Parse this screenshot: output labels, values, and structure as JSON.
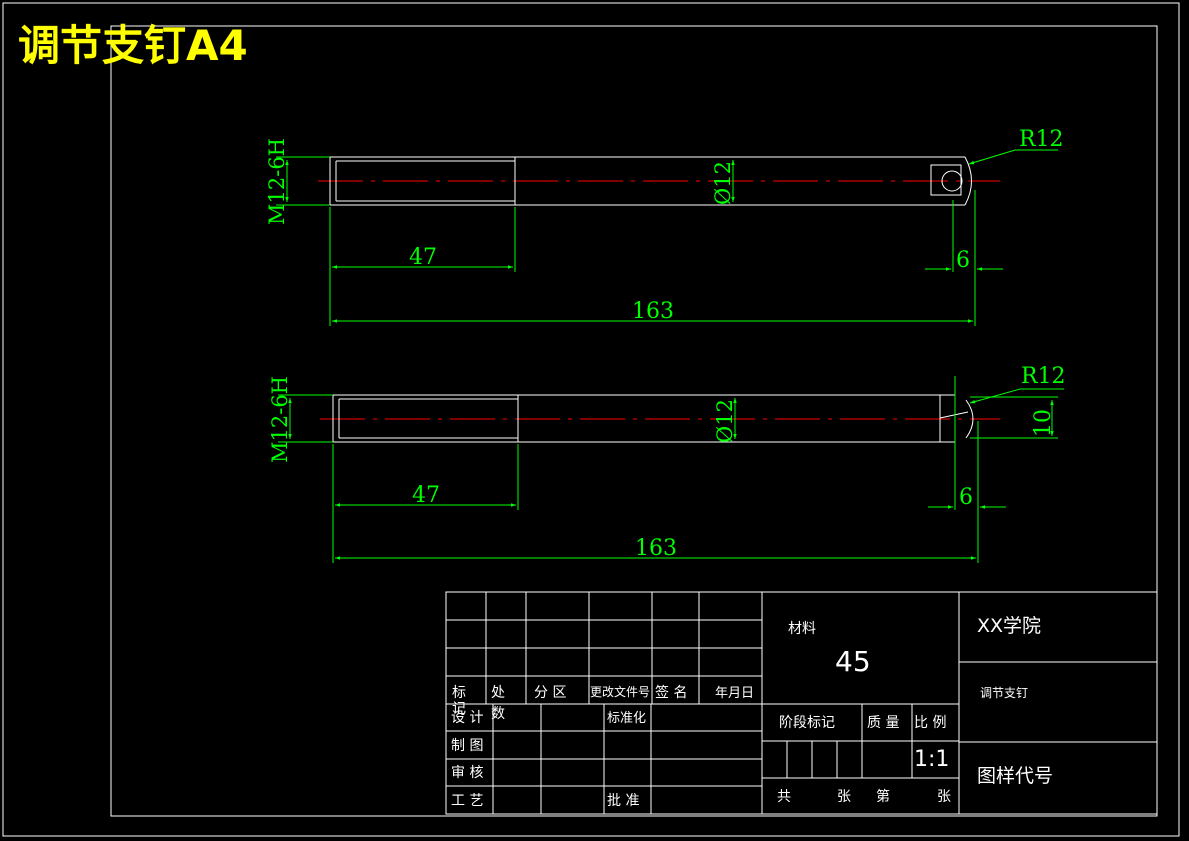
{
  "sheet": {
    "title": "调节支钉A4"
  },
  "views": {
    "top": {
      "thread_label": "M12-6H",
      "diameter_label": "Ø12",
      "thread_length_label": "47",
      "total_length_label": "163",
      "end_width_label": "6",
      "radius_label": "R12"
    },
    "bottom": {
      "thread_label": "M12-6H",
      "diameter_label": "Ø12",
      "thread_length_label": "47",
      "total_length_label": "163",
      "end_width_label": "6",
      "radius_label": "R12",
      "height_label": "10"
    }
  },
  "title_block": {
    "headers": {
      "mark": "标",
      "place": "处",
      "count": "数",
      "zone": "分 区",
      "change_doc": "更改文件号",
      "signature": "签 名",
      "date": "年月日"
    },
    "rows": {
      "design": "设 计",
      "standardize": "标准化",
      "draw": "制 图",
      "review": "审 核",
      "process": "工 艺",
      "approve": "批 准",
      "record": "记"
    },
    "material_label": "材料",
    "material_value": "45",
    "stage_mark_label": "阶段标记",
    "mass_label": "质 量",
    "scale_label": "比 例",
    "scale_value": "1:1",
    "sheets_total_label": "共",
    "sheets_unit_label": "张",
    "sheet_no_label": "第",
    "sheet_unit2_label": "张",
    "institution": "XX学院",
    "part_name": "调节支钉",
    "drawing_code_label": "图样代号"
  }
}
